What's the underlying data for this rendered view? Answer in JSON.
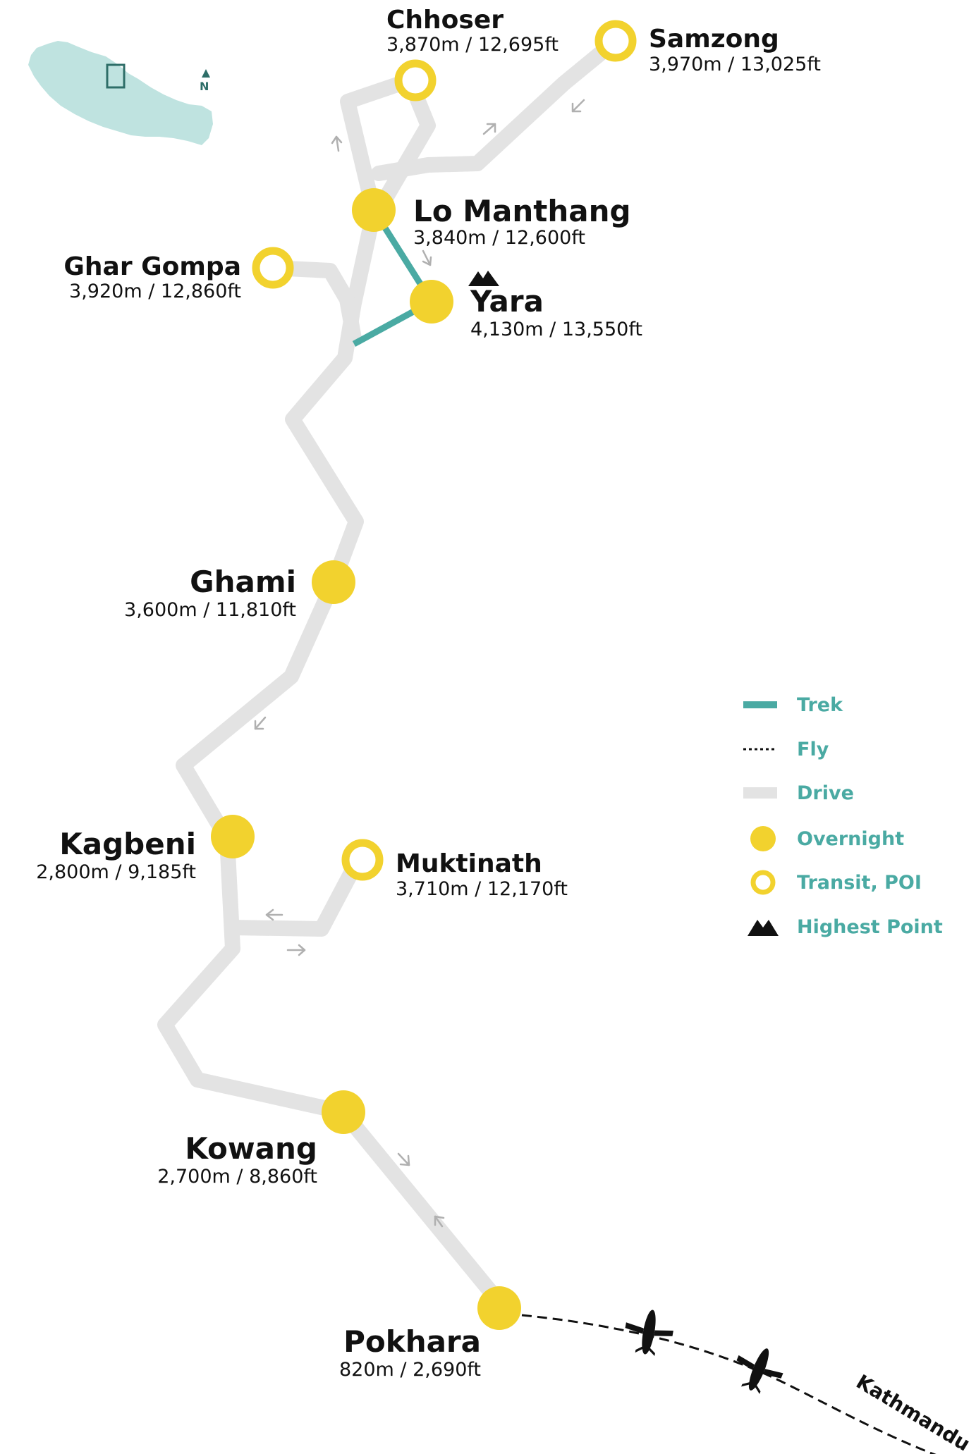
{
  "places": [
    {
      "id": "chhoser",
      "name": "Chhoser",
      "elevation": "3,870m / 12,695ft",
      "type": "transit"
    },
    {
      "id": "samzong",
      "name": "Samzong",
      "elevation": "3,970m / 13,025ft",
      "type": "transit"
    },
    {
      "id": "lo-manthang",
      "name": "Lo Manthang",
      "elevation": "3,840m / 12,600ft",
      "type": "overnight"
    },
    {
      "id": "ghar-gompa",
      "name": "Ghar Gompa",
      "elevation": "3,920m / 12,860ft",
      "type": "transit"
    },
    {
      "id": "yara",
      "name": "Yara",
      "elevation": "4,130m / 13,550ft",
      "type": "overnight",
      "highest_point": true
    },
    {
      "id": "ghami",
      "name": "Ghami",
      "elevation": "3,600m / 11,810ft",
      "type": "overnight"
    },
    {
      "id": "kagbeni",
      "name": "Kagbeni",
      "elevation": "2,800m / 9,185ft",
      "type": "overnight"
    },
    {
      "id": "muktinath",
      "name": "Muktinath",
      "elevation": "3,710m / 12,170ft",
      "type": "transit"
    },
    {
      "id": "kowang",
      "name": "Kowang",
      "elevation": "2,700m / 8,860ft",
      "type": "overnight"
    },
    {
      "id": "pokhara",
      "name": "Pokhara",
      "elevation": "820m / 2,690ft",
      "type": "overnight"
    }
  ],
  "destination_label": "Kathmandu",
  "north_label": "N",
  "legend": [
    {
      "id": "trek",
      "label": "Trek",
      "symbol": "trek-line"
    },
    {
      "id": "fly",
      "label": "Fly",
      "symbol": "dotted-line"
    },
    {
      "id": "drive",
      "label": "Drive",
      "symbol": "grey-line"
    },
    {
      "id": "overnight",
      "label": "Overnight",
      "symbol": "filled-circle"
    },
    {
      "id": "transit",
      "label": "Transit, POI",
      "symbol": "ring"
    },
    {
      "id": "highest",
      "label": "Highest Point",
      "symbol": "mountain-icon"
    }
  ],
  "colors": {
    "route_drive": "#e3e3e3",
    "route_trek": "#4aaaa3",
    "marker_yellow": "#f2d22e",
    "legend_text": "#4aaaa3",
    "nepal_fill": "#bfe3e0",
    "inset_frame": "#2e6e68",
    "arrow": "#b0b0b0",
    "text": "#111111"
  }
}
